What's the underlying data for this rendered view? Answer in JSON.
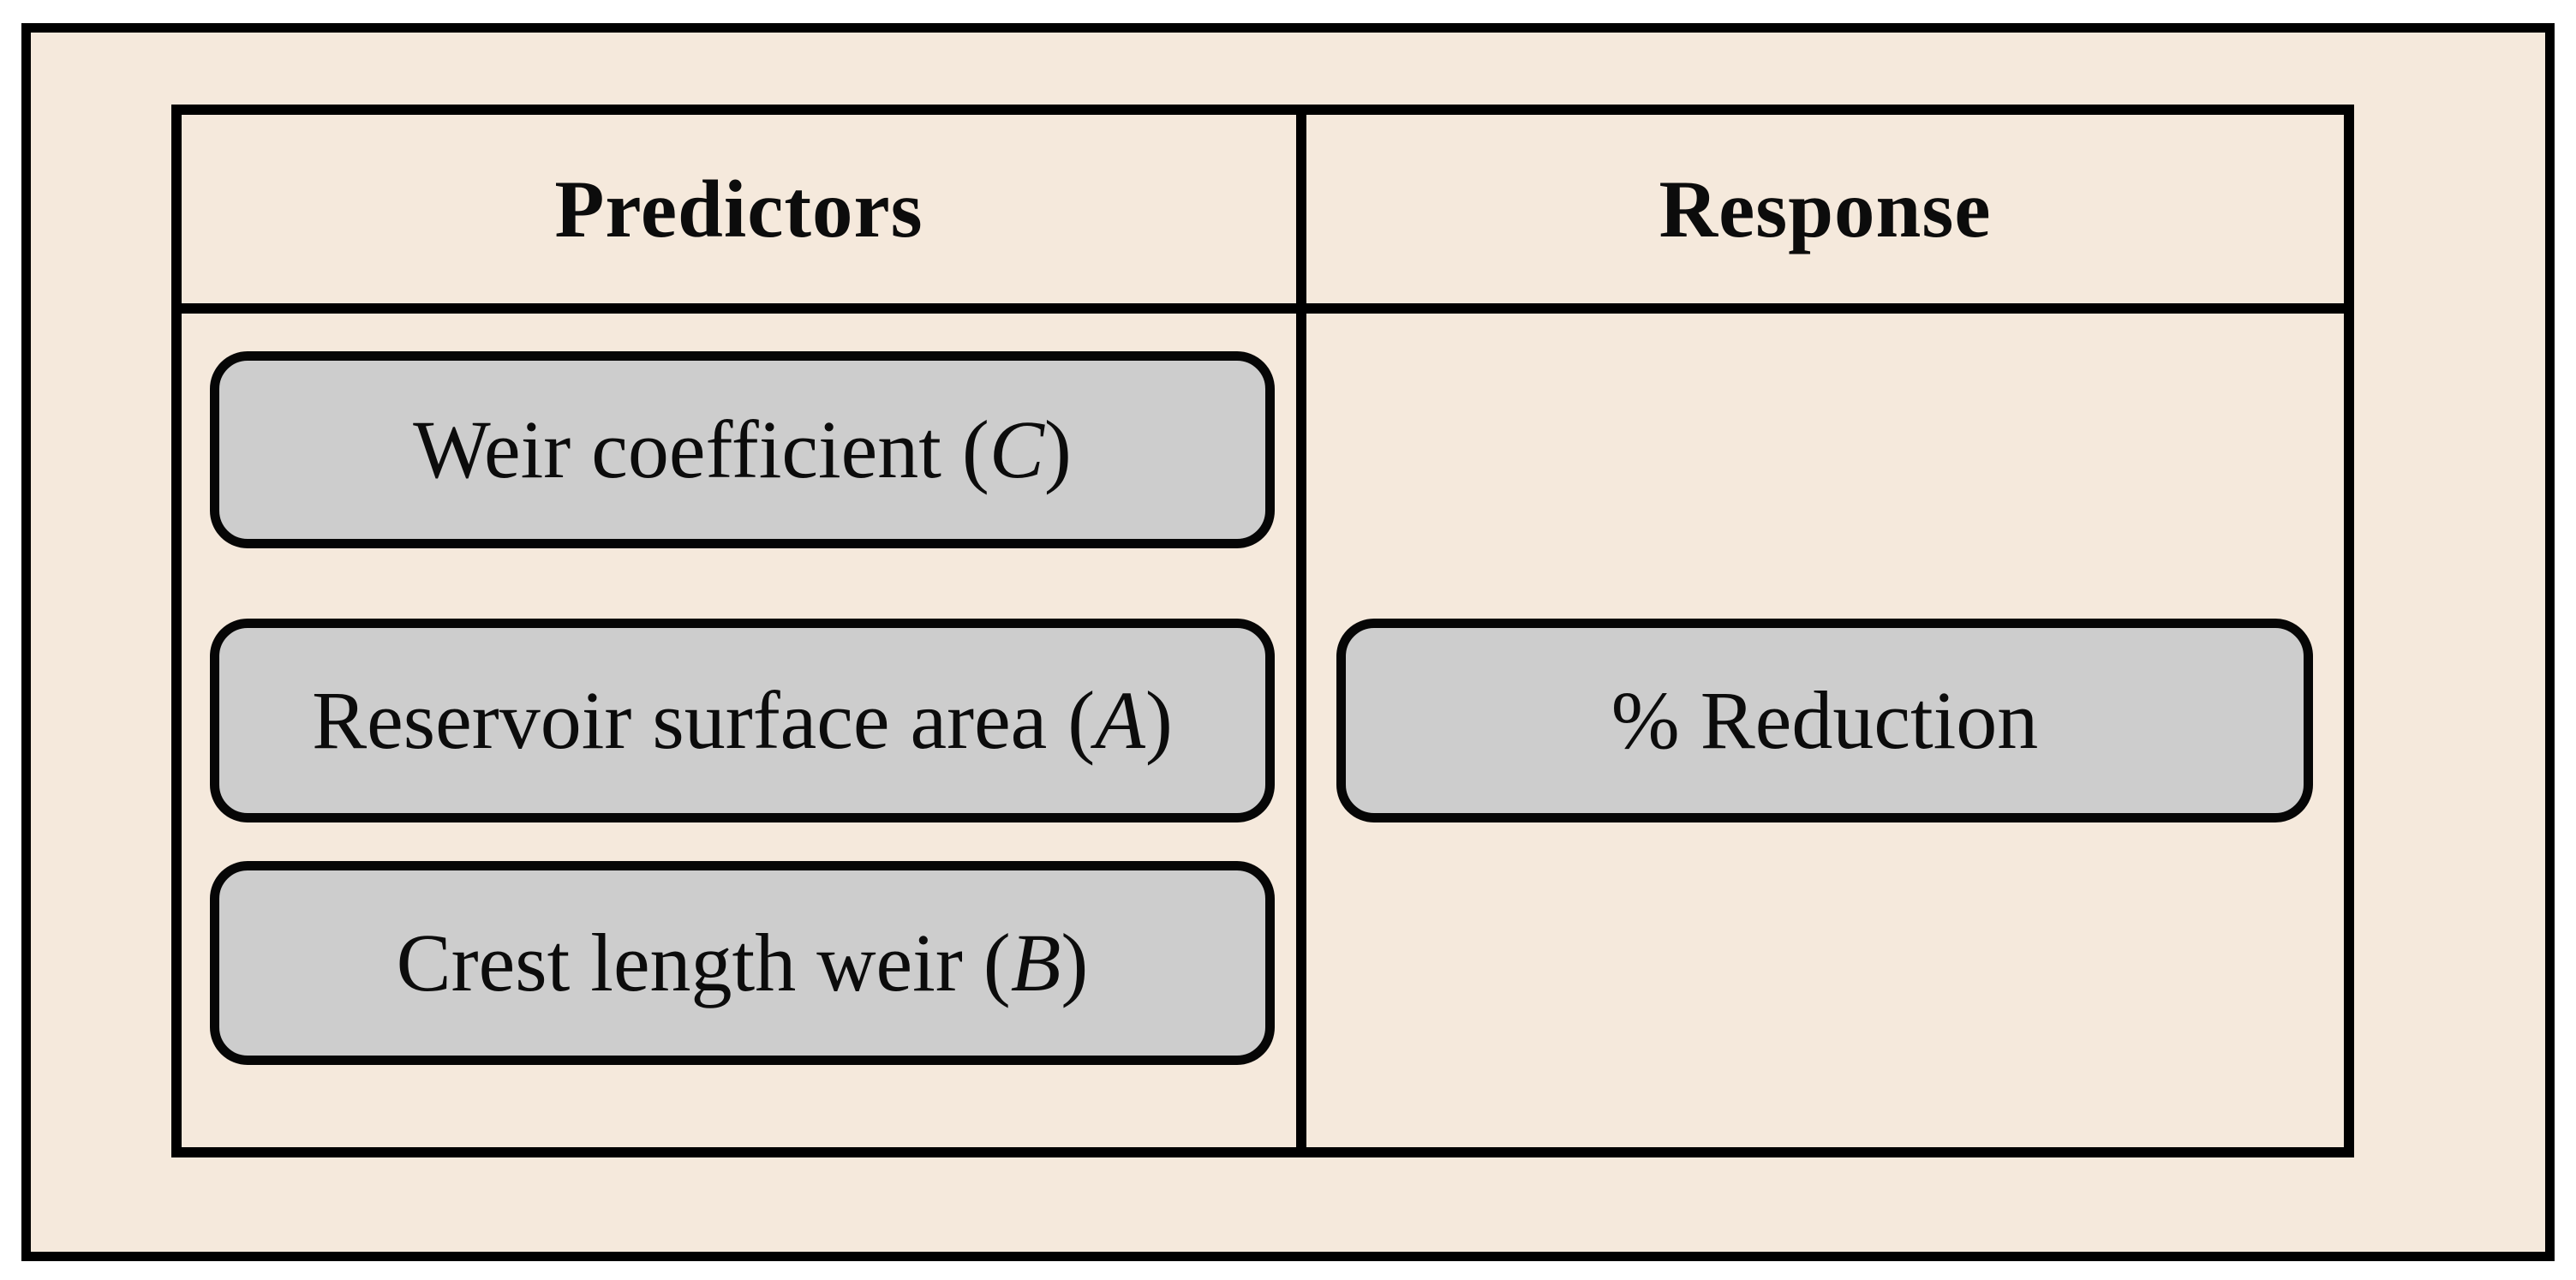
{
  "figure": {
    "type": "predictors-response-diagram",
    "colors": {
      "page_background": "#ffffff",
      "panel_background": "#f5e9dc",
      "box_fill": "#cdcdcd",
      "line": "#000000",
      "text": "#0c0c0c"
    },
    "table": {
      "headers": [
        {
          "label": "Predictors"
        },
        {
          "label": "Response"
        }
      ],
      "predictors": [
        {
          "prefix": "Weir coefficient (",
          "variable": "C",
          "suffix": ")"
        },
        {
          "prefix": "Reservoir surface area (",
          "variable": "A",
          "suffix": ")"
        },
        {
          "prefix": "Crest length weir (",
          "variable": "B",
          "suffix": ")"
        }
      ],
      "response": [
        {
          "prefix": "% Reduction",
          "variable": "",
          "suffix": ""
        }
      ]
    }
  }
}
